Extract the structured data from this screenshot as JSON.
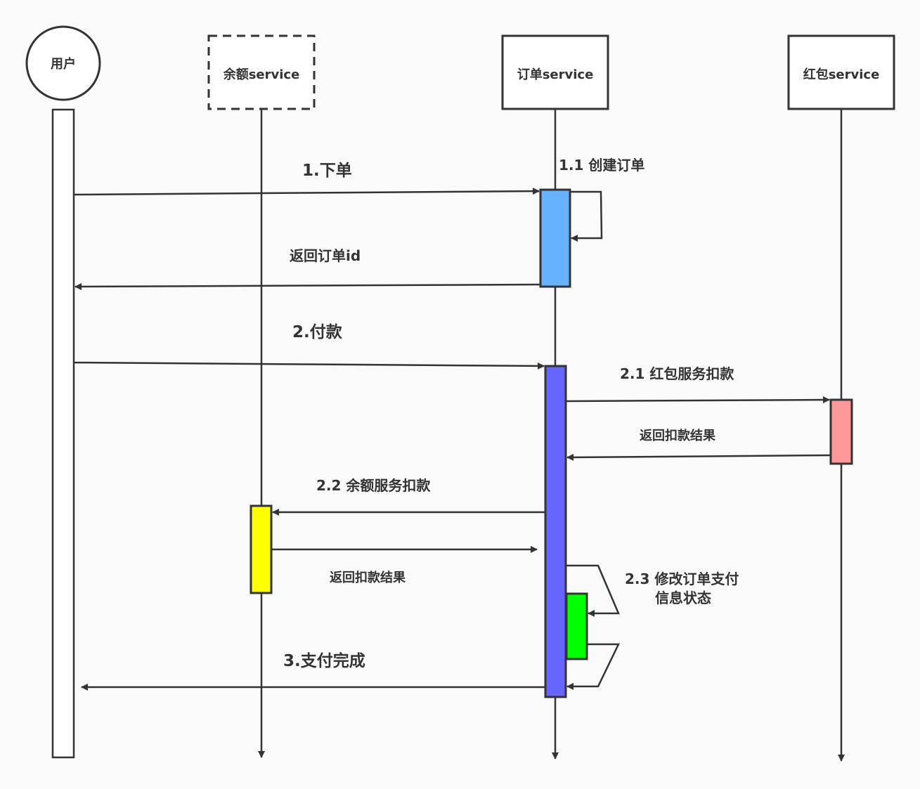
{
  "title": "红包与余额支付时序图",
  "colors": {
    "stroke": "#333333",
    "background": "#fafafa",
    "box_fill": "#ffffff",
    "create_order_activation": "#66b2ff",
    "pay_activation": "#6666ff",
    "redpacket_activation": "#ff9999",
    "balance_activation": "#ffff00",
    "update_status_activation": "#00ff00"
  },
  "participants": [
    {
      "id": "user",
      "label": "用户",
      "shape": "circle"
    },
    {
      "id": "balance",
      "label": "余额service",
      "shape": "dashed-box"
    },
    {
      "id": "order",
      "label": "订单service",
      "shape": "box"
    },
    {
      "id": "redpacket",
      "label": "红包service",
      "shape": "box"
    }
  ],
  "messages": [
    {
      "id": "place-order",
      "label": "1.下单",
      "from": "user",
      "to": "order"
    },
    {
      "id": "create-order",
      "label": "1.1 创建订单",
      "from": "order",
      "to": "order"
    },
    {
      "id": "return-order-id",
      "label": "返回订单id",
      "from": "order",
      "to": "user"
    },
    {
      "id": "pay",
      "label": "2.付款",
      "from": "user",
      "to": "order"
    },
    {
      "id": "redpacket-deduct",
      "label": "2.1 红包服务扣款",
      "from": "order",
      "to": "redpacket"
    },
    {
      "id": "redpacket-return",
      "label": "返回扣款结果",
      "from": "redpacket",
      "to": "order"
    },
    {
      "id": "balance-deduct",
      "label": "2.2 余额服务扣款",
      "from": "order",
      "to": "balance"
    },
    {
      "id": "balance-return",
      "label": "返回扣款结果",
      "from": "balance",
      "to": "order"
    },
    {
      "id": "update-status",
      "label_line1": "2.3 修改订单支付",
      "label_line2": "信息状态",
      "from": "order",
      "to": "order"
    },
    {
      "id": "pay-complete",
      "label": "3.支付完成",
      "from": "order",
      "to": "user"
    }
  ]
}
